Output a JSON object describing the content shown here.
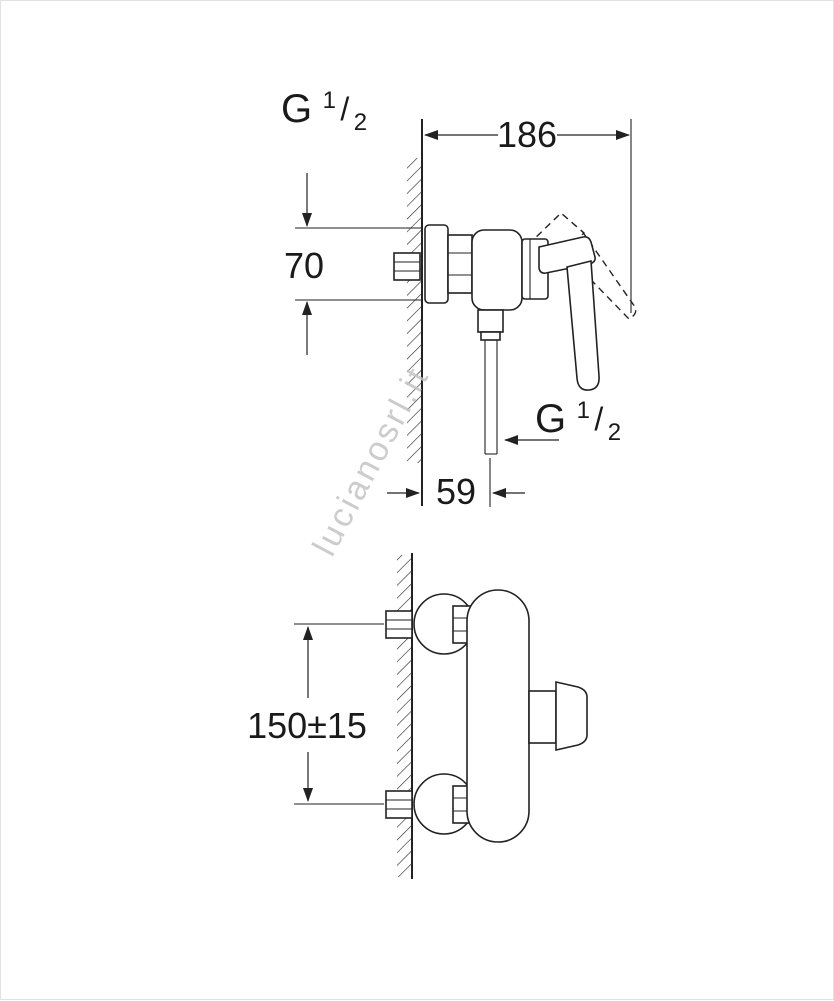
{
  "watermark": {
    "text": "lucianosrl.it"
  },
  "top_view": {
    "inlet_thread": {
      "letter": "G",
      "numerator": "1",
      "slash": "/",
      "denominator": "2"
    },
    "outlet_thread": {
      "letter": "G",
      "numerator": "1",
      "slash": "/",
      "denominator": "2"
    },
    "width_dim": "186",
    "inlet_dim": "70",
    "outlet_depth_dim": "59"
  },
  "front_view": {
    "center_distance_dim": "150±15"
  }
}
